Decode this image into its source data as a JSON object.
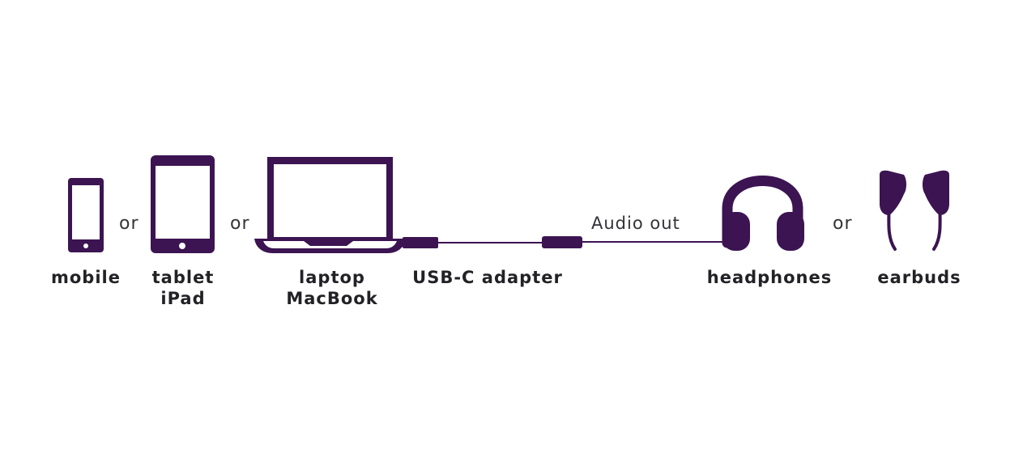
{
  "colors": {
    "accent": "#3c1451",
    "cable": "#3c1451",
    "text": "#222226"
  },
  "labels": {
    "mobile": "mobile",
    "tablet_line1": "tablet",
    "tablet_line2": "iPad",
    "laptop_line1": "laptop",
    "laptop_line2": "MacBook",
    "adapter": "USB-C adapter",
    "headphones": "headphones",
    "earbuds": "earbuds"
  },
  "separators": {
    "or": "or"
  },
  "cable": {
    "audio_label": "Audio out"
  },
  "icons": [
    "phone-icon",
    "tablet-icon",
    "laptop-icon",
    "usb-c-adapter-icon",
    "audio-jack-icon",
    "headphones-icon",
    "earbuds-icon"
  ]
}
